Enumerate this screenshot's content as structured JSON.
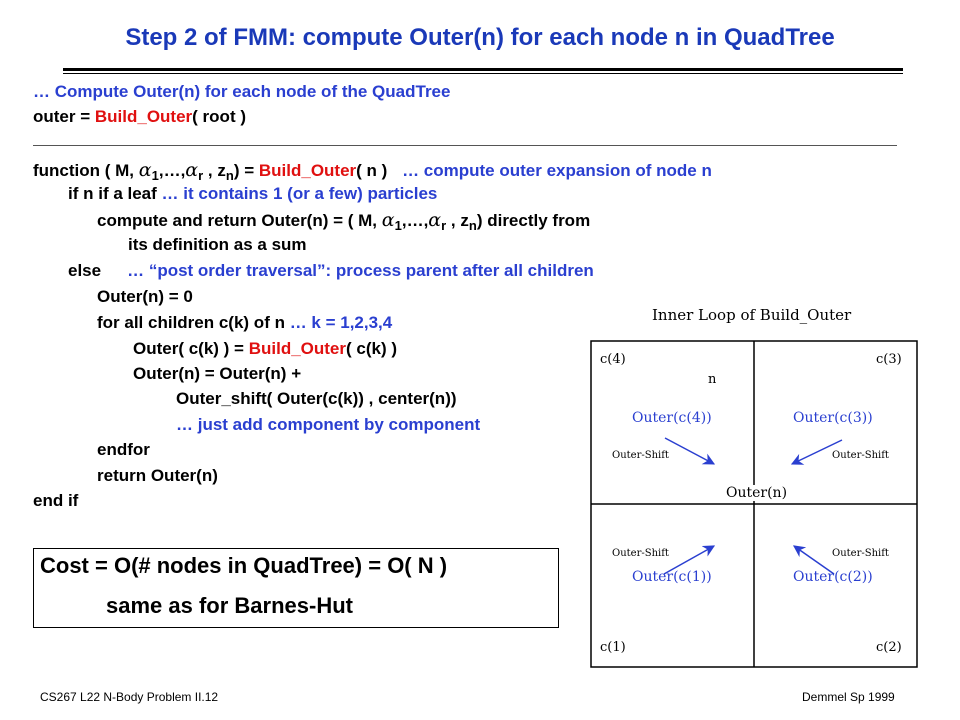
{
  "slide": {
    "title": "Step 2 of FMM: compute Outer(n) for each node n in QuadTree",
    "lines": {
      "l1": "… Compute Outer(n) for each node of the QuadTree",
      "l2a": "outer = ",
      "l2b": "Build_Outer",
      "l2c": "( root )",
      "l3a": "function ( M, ",
      "l3alpha1": "α",
      "l3sub1": "1",
      "l3mid": ",…,",
      "l3alpha2": "α",
      "l3subr": "r",
      "l3z": " , z",
      "l3subn": "n",
      "l3b": ") = ",
      "l3c": "Build_Outer",
      "l3d": "( n )",
      "l3e": "… compute outer expansion of node n",
      "l4a": "if n if a leaf ",
      "l4b": "… it contains 1 (or a few) particles",
      "l5a": "compute and return Outer(n) = ( M, ",
      "l5alpha1": "α",
      "l5sub1": "1",
      "l5mid": ",…,",
      "l5alpha2": "α",
      "l5subr": "r",
      "l5z": " , z",
      "l5subn": "n",
      "l5b": ") directly from",
      "l6": "its definition as a sum",
      "l7a": "else",
      "l7b": "… “post order traversal”: process parent after all children",
      "l8": "Outer(n) = 0",
      "l9a": "for all children c(k) of n ",
      "l9b": "… k = 1,2,3,4",
      "l10a": "Outer( c(k) ) = ",
      "l10b": "Build_Outer",
      "l10c": "( c(k) )",
      "l11": "Outer(n) = Outer(n) +",
      "l12": "Outer_shift( Outer(c(k)) , center(n))",
      "l13": "… just add component by component",
      "l14": "endfor",
      "l15": "return Outer(n)",
      "l16": "end if"
    },
    "cost": {
      "line1": "Cost = O(# nodes in QuadTree)  = O( N )",
      "line2": "same as for Barnes-Hut"
    },
    "footer": {
      "left": "CS267  L22 N-Body  Problem II.12",
      "right": "Demmel  Sp  1999"
    }
  },
  "diagram": {
    "title": "Inner Loop of Build_Outer",
    "node_label": "n",
    "center_label": "Outer(n)",
    "corners": {
      "tl": "c(4)",
      "tr": "c(3)",
      "bl": "c(1)",
      "br": "c(2)"
    },
    "outers": {
      "tl": "Outer(c(4))",
      "tr": "Outer(c(3))",
      "bl": "Outer(c(1))",
      "br": "Outer(c(2))"
    },
    "shift_label": "Outer-Shift",
    "colors": {
      "accent": "#2a3fd0",
      "highlight": "#e01010",
      "title": "#1a39b8"
    }
  }
}
